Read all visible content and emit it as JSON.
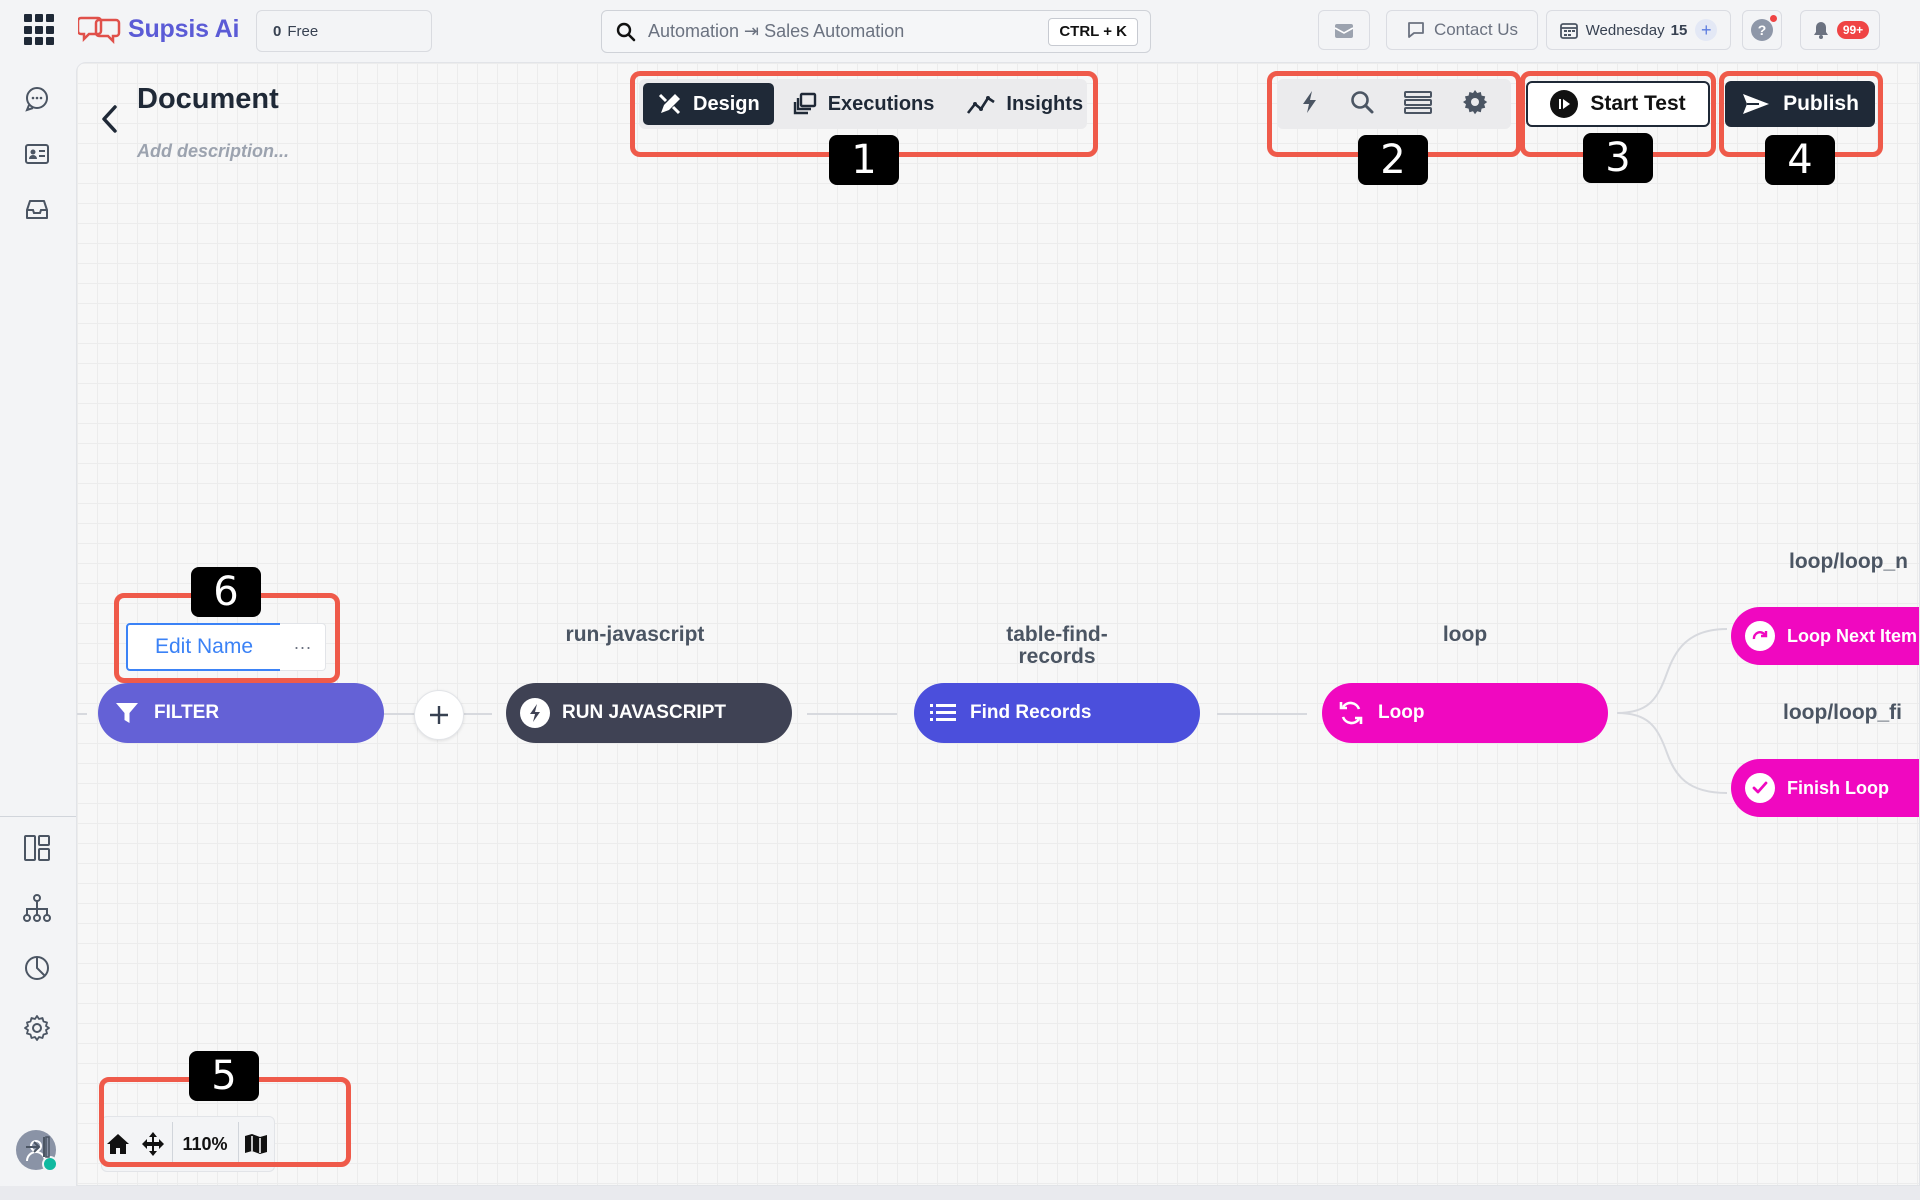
{
  "header": {
    "brand": "Supsis Ai",
    "credits_count": "0",
    "credits_label": "Free",
    "search_text": "Automation ⇥ Sales Automation",
    "search_shortcut": "CTRL + K",
    "contact_label": "Contact Us",
    "date_day": "Wednesday",
    "date_num": "15",
    "notif_badge": "99+"
  },
  "document": {
    "title": "Document",
    "description": "Add description..."
  },
  "mode_tabs": [
    {
      "label": "Design",
      "active": true
    },
    {
      "label": "Executions",
      "active": false
    },
    {
      "label": "Insights",
      "active": false
    }
  ],
  "toolbar": {
    "start_test": "Start Test",
    "publish": "Publish"
  },
  "flow": {
    "filter_node": "FILTER",
    "edit_name": "Edit Name",
    "more": "···",
    "steps": [
      {
        "label": "run-javascript",
        "node": "RUN JAVASCRIPT",
        "color": "#3f4254"
      },
      {
        "label": "table-find-records",
        "node": "Find Records",
        "color": "#4b4fdc"
      },
      {
        "label": "loop",
        "node": "Loop",
        "color": "#f008c0"
      }
    ],
    "branches": [
      {
        "label": "loop/loop_n",
        "node": "Loop Next Item",
        "color": "#f008c0"
      },
      {
        "label": "loop/loop_fi",
        "node": "Finish Loop",
        "color": "#f008c0"
      }
    ],
    "filter_color": "#6461d6"
  },
  "zoom": {
    "level": "110%"
  },
  "annotations": [
    "1",
    "2",
    "3",
    "4",
    "5",
    "6"
  ]
}
